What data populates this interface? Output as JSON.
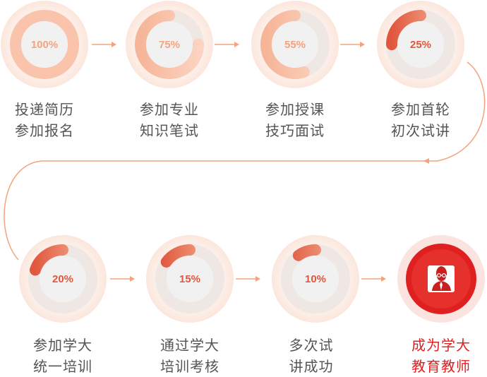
{
  "colors": {
    "accent": "#f4a37c",
    "progress_light": "#f6b598",
    "progress_dark": "#e0573d",
    "final": "#e02020",
    "text": "#555555"
  },
  "steps": [
    {
      "percent": "100%",
      "progress": 1.0,
      "line1": "投递简历",
      "line2": "参加报名"
    },
    {
      "percent": "75%",
      "progress": 0.75,
      "line1": "参加专业",
      "line2": "知识笔试"
    },
    {
      "percent": "55%",
      "progress": 0.55,
      "line1": "参加授课",
      "line2": "技巧面试"
    },
    {
      "percent": "25%",
      "progress": 0.25,
      "line1": "参加首轮",
      "line2": "初次试讲"
    },
    {
      "percent": "20%",
      "progress": 0.2,
      "line1": "参加学大",
      "line2": "统一培训"
    },
    {
      "percent": "15%",
      "progress": 0.15,
      "line1": "通过学大",
      "line2": "培训考核"
    },
    {
      "percent": "10%",
      "progress": 0.1,
      "line1": "多次试",
      "line2": "讲成功"
    }
  ],
  "final_step": {
    "icon": "teacher-icon",
    "line1": "成为学大",
    "line2": "教育教师"
  }
}
